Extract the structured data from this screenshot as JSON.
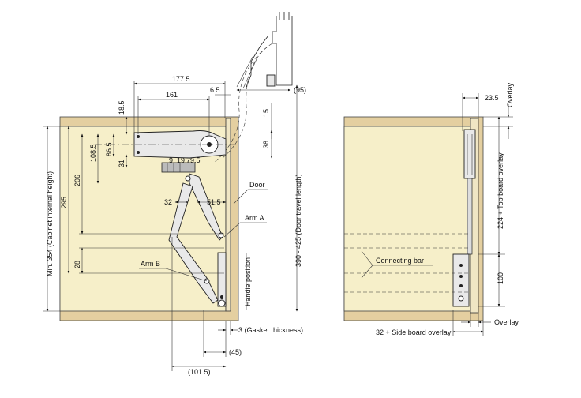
{
  "left_view": {
    "dims": {
      "d177_5": "177.5",
      "d161": "161",
      "d6_5": "6.5",
      "d95": "(95)",
      "d18_5": "18.5",
      "d108_5": "108.5",
      "d86_5": "86.5",
      "d31": "31",
      "d15": "15",
      "d38": "38",
      "d9": "9",
      "d19": "19",
      "d79_5": "79.5",
      "d206": "206",
      "d295": "295",
      "d28": "28",
      "d32": "32",
      "d51_5": "51.5",
      "d45": "(45)",
      "d101_5": "(101.5)",
      "cabinet_height": "Min. 354 (Cabinet internal height)",
      "door_travel": "390 - 425 (Door travel length)",
      "gasket": "3 (Gasket thickness)"
    },
    "labels": {
      "door": "Door",
      "arm_a": "Arm A",
      "arm_b": "Arm B",
      "handle": "Handle position"
    }
  },
  "right_view": {
    "dims": {
      "d23_5": "23.5",
      "overlay_top": "Overlay",
      "top_board": "224 + Top board overlay",
      "d100": "100",
      "side_board": "32 + Side board overlay",
      "overlay_bottom": "Overlay"
    },
    "labels": {
      "connecting_bar": "Connecting bar"
    }
  },
  "colors": {
    "cabinet_fill": "#f6efc9",
    "board_fill": "#e4cfa0",
    "line": "#222222"
  }
}
